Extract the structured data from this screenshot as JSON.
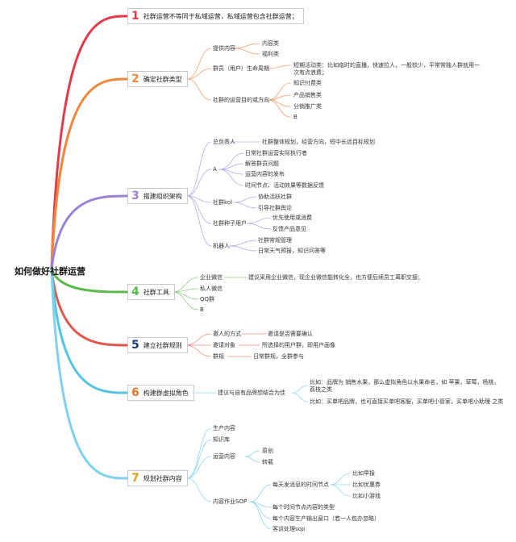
{
  "root": "如何做好社群运营",
  "branch_colors": [
    "#e23a4b",
    "#f0883c",
    "#9a83d6",
    "#59b848",
    "#e0584c",
    "#56c4e0",
    "#7fd1ee"
  ],
  "branches": [
    {
      "num": "1",
      "title": "社群运营不等同于私域运营，私域运营包含社群运营；"
    },
    {
      "num": "2",
      "title": "确定社群类型"
    },
    {
      "num": "3",
      "title": "搭建组织架构"
    },
    {
      "num": "4",
      "title": "社群工具"
    },
    {
      "num": "5",
      "title": "建立社群规则"
    },
    {
      "num": "6",
      "title": "构建群虚拟角色"
    },
    {
      "num": "7",
      "title": "规划社群内容"
    }
  ],
  "n2": {
    "content": "提供内容",
    "content_a": "内容类",
    "content_b": "福利类",
    "lifecycle": "群员（用户）生命周期",
    "lifecycle_note": "短期活动类：比如临时的直播，快速拉人，一般较少，平常常独人群就用一次有点浪费；",
    "direction": "社群的运营目的或方向",
    "dir_a": "知识付费类",
    "dir_b": "产品销售类",
    "dir_c": "分销推广类",
    "dir_d": "B"
  },
  "n3": {
    "leader": "总负责人",
    "leader_note": "社群整体规划，经营方向，短中长远目标规划",
    "a": "A",
    "a1": "日常社群运营实际执行者",
    "a2": "解答群员问题",
    "a3": "运营内容的发布",
    "a4": "时间节点、活动效果等数据反馈",
    "kol": "社群kol",
    "kol1": "协助活跃社群",
    "kol2": "引导社群舆论",
    "seed": "社群种子用户",
    "seed1": "优先使用或消费",
    "seed2": "反馈产品意见",
    "robot": "机器人",
    "robot1": "社群常规管理",
    "robot2": "日常天气预报，知识问答等"
  },
  "n4": {
    "wework": "企业微信",
    "wework_note": "建议采用企业微信，现企业微信能转化全，也方便后续员工离职交接；",
    "wechat": "私人微信",
    "qq": "QQ群",
    "b": "B"
  },
  "n5": {
    "join": "邀人的方式",
    "join_note": "邀请是否需要确认",
    "target": "邀请对象",
    "target_note": "所选择的用户群，即用户画像",
    "rules": "群规",
    "rules_note": "日常群规，全群参与"
  },
  "n6": {
    "main": "建议与自有品牌想结合为佳",
    "ex1": "比如：品牌为 销售水果，那么虚拟角色以水果命名，如 苹果，草莓，杨桃，荔枝之类",
    "ex2": "比如：买单吧品牌，也可直接买单吧客服，买单吧小管家，买单吧小助理 之类"
  },
  "n7": {
    "produce": "生产内容",
    "knowledge": "知识库",
    "ops": "运营内容",
    "ops1": "原创",
    "ops2": "转载",
    "sop": "内容作业SOP",
    "daily": "每天发消息的时间节点",
    "daily1": "比如早报",
    "daily2": "比如优惠券",
    "daily3": "比如小游戏",
    "s2": "每个时间节点内容的类型",
    "s3": "每个内容生产输出窗口（若一人包办忽略）",
    "s4": "客诉处理sop"
  }
}
